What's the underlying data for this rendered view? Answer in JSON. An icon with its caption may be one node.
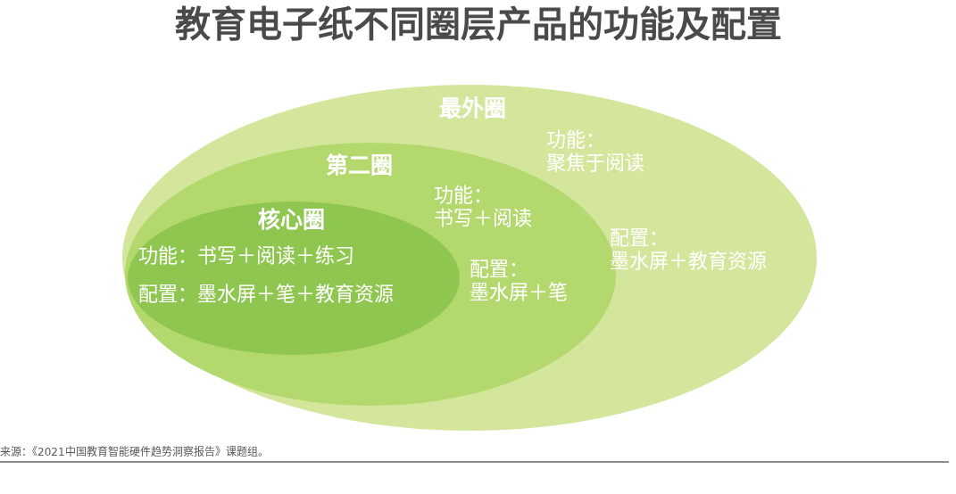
{
  "diagram": {
    "title": "教育电子纸不同圈层产品的功能及配置",
    "nodes": [
      {
        "text": [
          "最外圈",
          "功能：聚焦于阅读",
          "配置：墨水屏＋教育资源"
        ]
      },
      {
        "text": [
          "第二圈",
          "功能：书写＋阅读",
          "配置：墨水屏＋笔"
        ],
        "in": 0
      },
      {
        "text": [
          "核心圈",
          "功能：书写＋阅读＋练习",
          "配置：墨水屏＋笔＋教育资源"
        ],
        "in": 1
      }
    ],
    "labels": [
      "来源：《2021中国教育智能硬件趋势洞察报告》课题组。"
    ]
  }
}
